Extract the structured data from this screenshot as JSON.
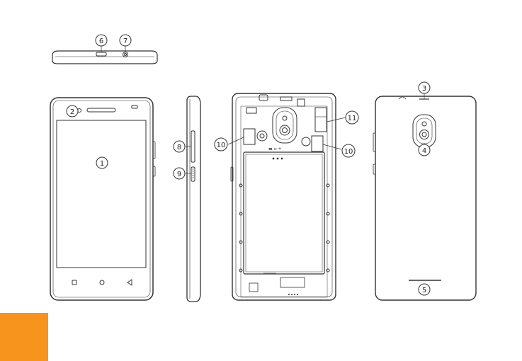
{
  "callouts": {
    "display": "1",
    "front_camera": "2",
    "flash": "3",
    "rear_camera": "4",
    "speaker": "5",
    "usb_port": "6",
    "headphone_jack": "7",
    "volume_key": "8",
    "power_key": "9",
    "sim_slot_left": "10",
    "sim_slot_right": "10",
    "sd_card_slot": "11"
  },
  "nav_icons": [
    "square-nav-icon",
    "circle-nav-icon",
    "triangle-nav-icon"
  ],
  "colors": {
    "line": "#333333",
    "accent": "#f7941d",
    "background": "#ffffff"
  }
}
